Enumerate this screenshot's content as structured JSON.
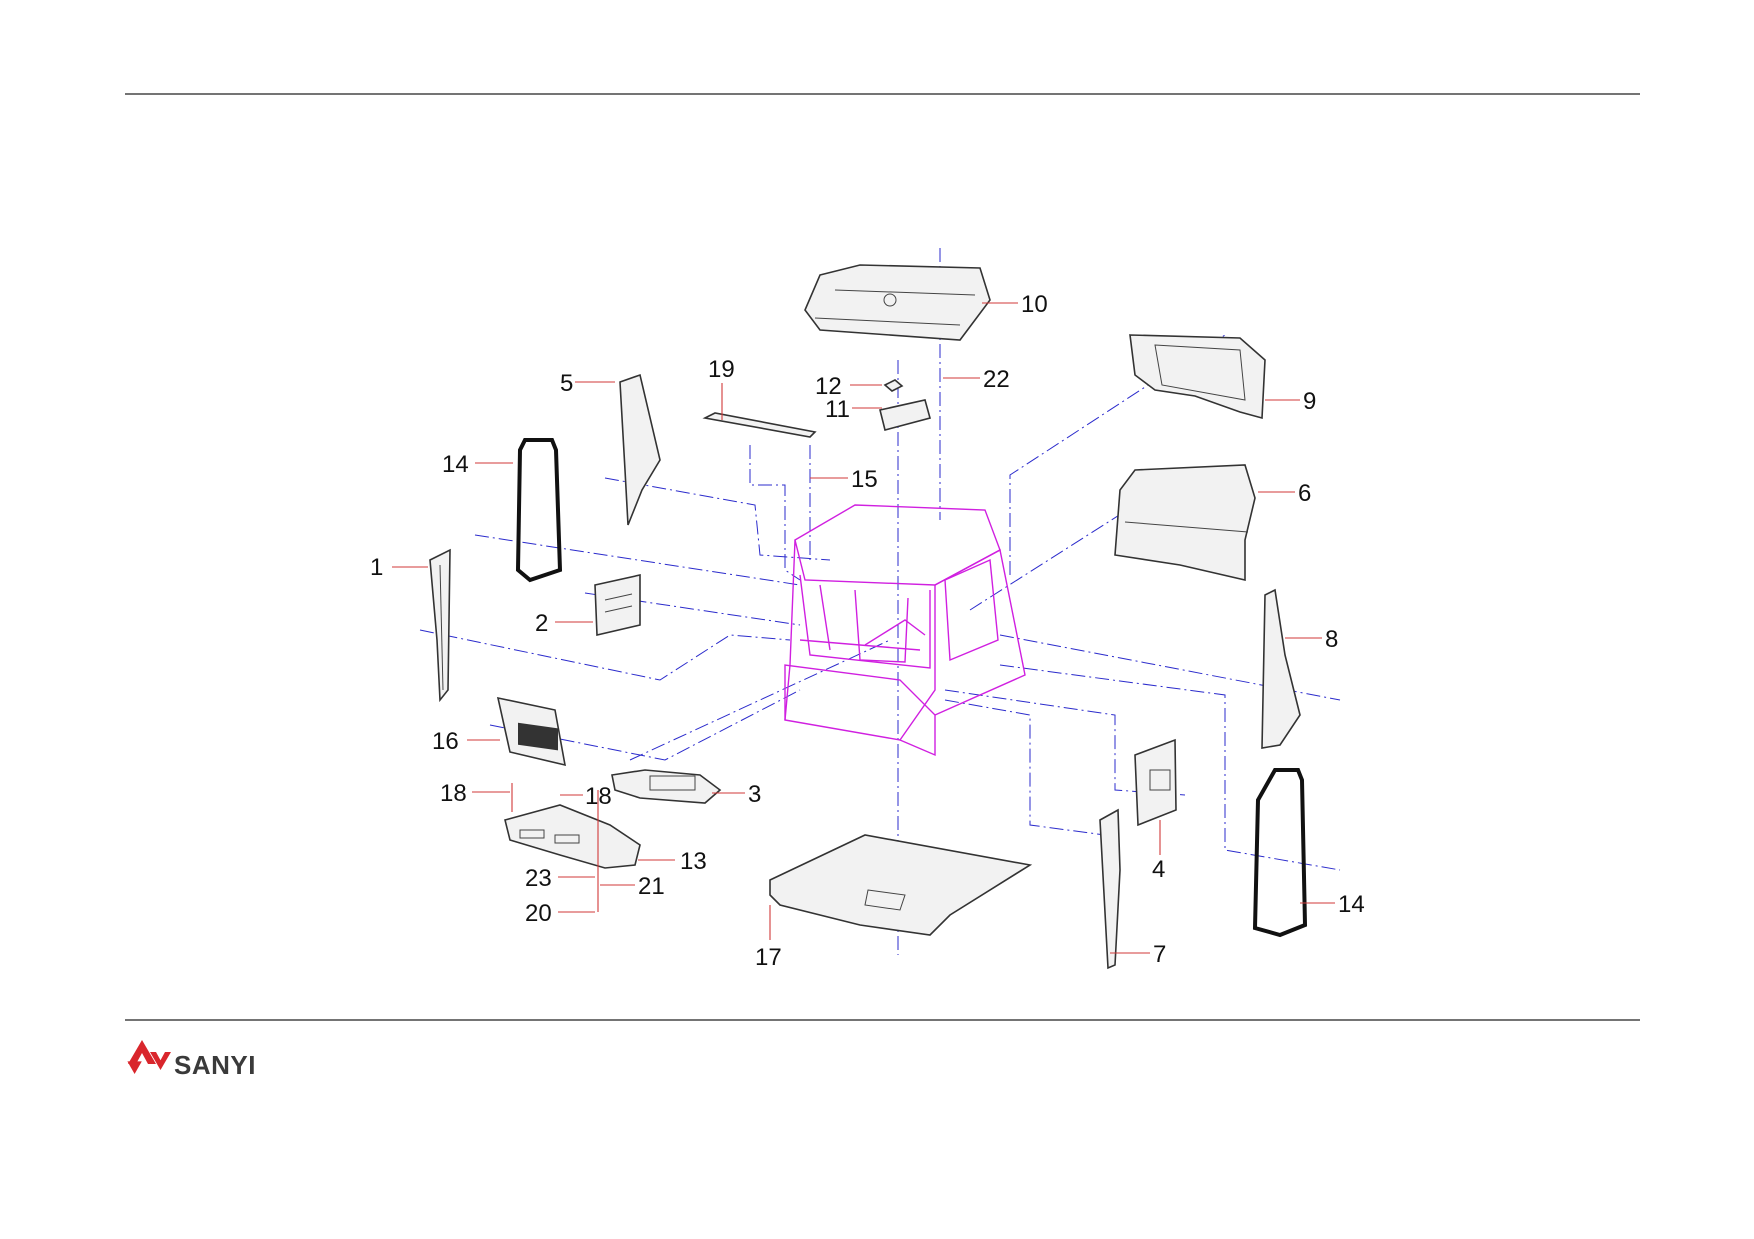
{
  "brand": {
    "name": "SANYI",
    "logo_color": "#d9262c",
    "text_color": "#3a3a3a"
  },
  "colors": {
    "cab_frame": "#d020e0",
    "axis_lines": "#2b2bcc",
    "leader_lines": "#d23a3a"
  },
  "callouts": {
    "c1": "1",
    "c2": "2",
    "c3": "3",
    "c4": "4",
    "c5": "5",
    "c6": "6",
    "c7": "7",
    "c8": "8",
    "c9": "9",
    "c10": "10",
    "c11": "11",
    "c12": "12",
    "c13": "13",
    "c14a": "14",
    "c14b": "14",
    "c15": "15",
    "c16": "16",
    "c17": "17",
    "c18a": "18",
    "c18b": "18",
    "c19": "19",
    "c20": "20",
    "c21": "21",
    "c22": "22",
    "c23": "23"
  }
}
